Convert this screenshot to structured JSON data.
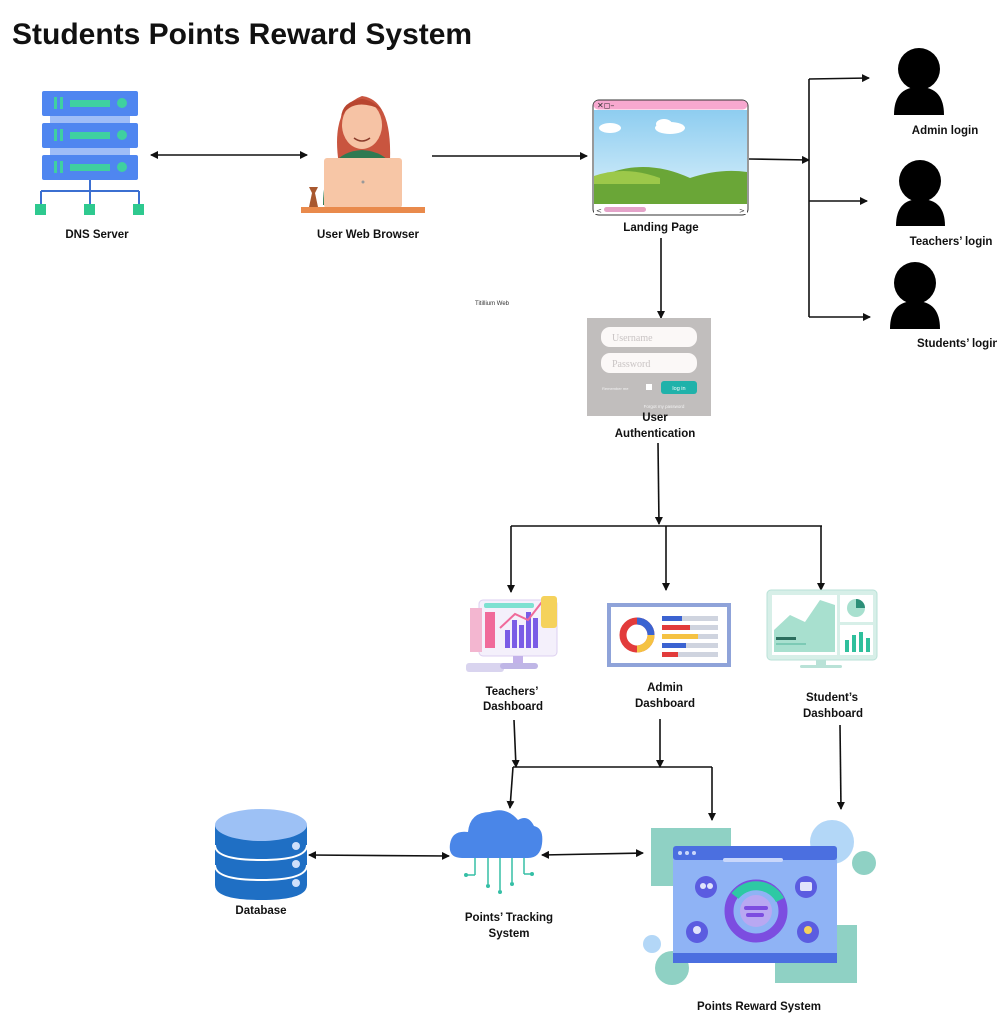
{
  "title": "Students Points Reward System",
  "nodes": {
    "dns_server": "DNS Server",
    "user_web_browser": "User Web Browser",
    "landing_page": "Landing Page",
    "admin_login": "Admin login",
    "teachers_login": "Teachers’ login",
    "students_login": "Students’ login",
    "user_auth_line1": "User",
    "user_auth_line2": "Authentication",
    "teachers_dashboard_line1": "Teachers’",
    "teachers_dashboard_line2": "Dashboard",
    "admin_dashboard_line1": "Admin",
    "admin_dashboard_line2": "Dashboard",
    "students_dashboard_line1": "Student’s",
    "students_dashboard_line2": "Dashboard",
    "database": "Database",
    "tracking_line1": "Points’ Tracking",
    "tracking_line2": "System",
    "reward_system": "Points Reward System"
  },
  "login_form": {
    "username_placeholder": "Username",
    "password_placeholder": "Password",
    "remember_me": "Remember me",
    "login_button": "log in",
    "forgot_password": "Forgot my password"
  },
  "stray_text": "Titillium Web",
  "colors": {
    "server_blue": "#4f86f0",
    "server_green": "#2ec98f",
    "database_blue": "#1f6fc4",
    "cloud_blue": "#4a86e8",
    "auth_panel_gray": "#c1bebd",
    "login_teal": "#20b2aa",
    "teal_accent": "#8fd1c4"
  }
}
